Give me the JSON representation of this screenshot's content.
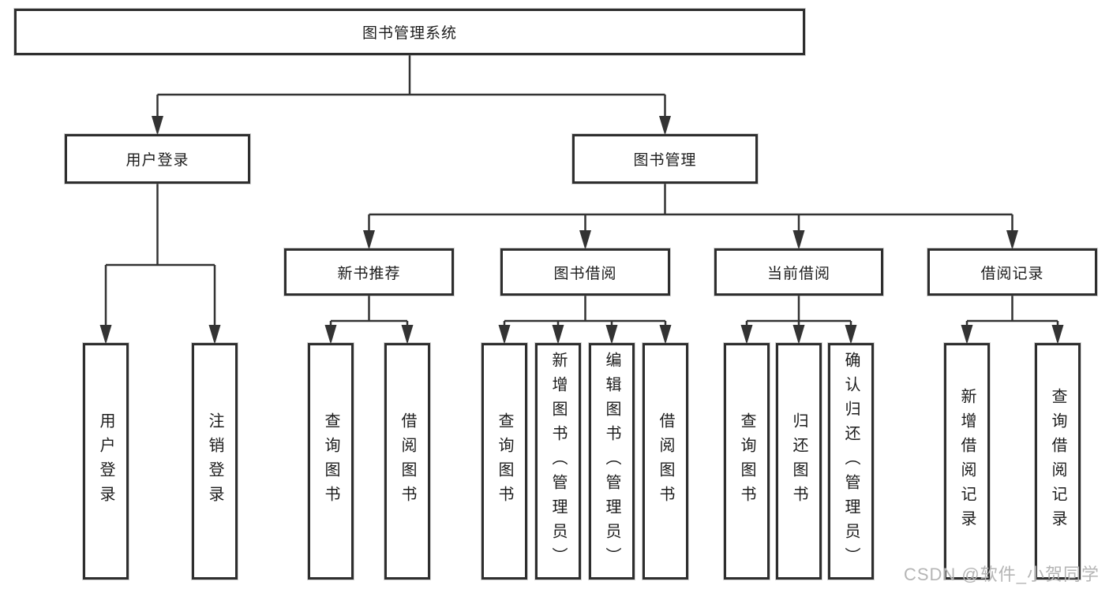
{
  "diagram": {
    "root": {
      "label": "图书管理系统"
    },
    "level2": {
      "user_login": {
        "label": "用户登录"
      },
      "book_management": {
        "label": "图书管理"
      }
    },
    "level3": {
      "new_book_recommend": {
        "label": "新书推荐"
      },
      "book_borrow": {
        "label": "图书借阅"
      },
      "current_borrow": {
        "label": "当前借阅"
      },
      "borrow_record": {
        "label": "借阅记录"
      }
    },
    "leaves": {
      "user_login": {
        "label": "用户登录"
      },
      "logout": {
        "label": "注销登录"
      },
      "rec_query_book": {
        "label": "查询图书"
      },
      "rec_borrow_book": {
        "label": "借阅图书"
      },
      "bb_query_book": {
        "label": "查询图书"
      },
      "bb_add_book": {
        "label": "新增图书（管理员）"
      },
      "bb_edit_book": {
        "label": "编辑图书（管理员）"
      },
      "bb_borrow_book": {
        "label": "借阅图书"
      },
      "cb_query_book": {
        "label": "查询图书"
      },
      "cb_return_book": {
        "label": "归还图书"
      },
      "cb_confirm_return": {
        "label": "确认归还（管理员）"
      },
      "br_add_record": {
        "label": "新增借阅记录"
      },
      "br_query_record": {
        "label": "查询借阅记录"
      }
    }
  },
  "watermark": {
    "text": "CSDN @软件_小贺同学"
  },
  "colors": {
    "line": "#333333",
    "box_border": "#2e2e2e",
    "text": "#1c1c1c",
    "watermark": "#b5b5b5",
    "background": "#ffffff"
  }
}
